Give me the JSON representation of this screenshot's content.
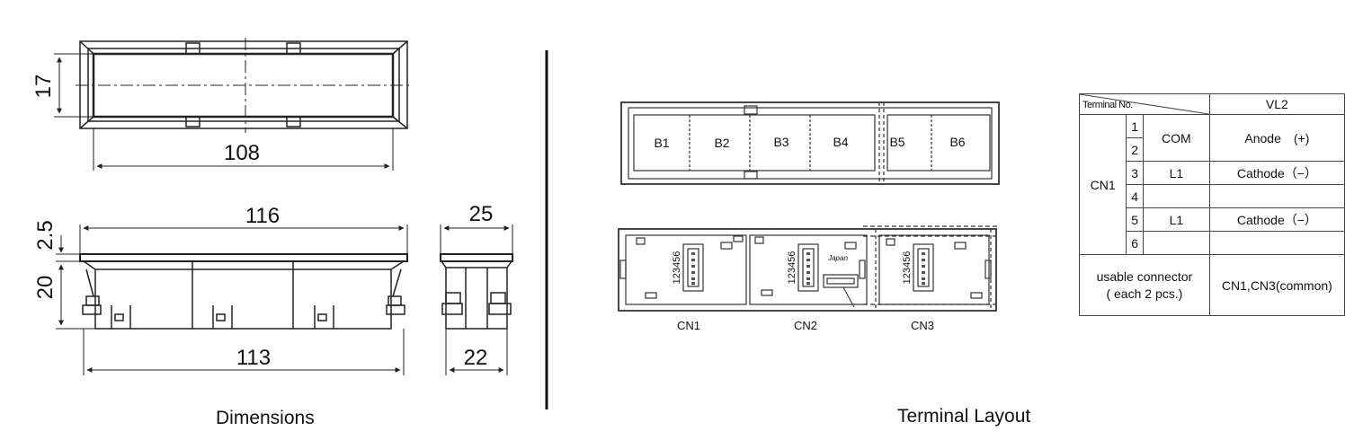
{
  "dimensions": {
    "caption": "Dimensions",
    "top_height": "17",
    "top_width": "108",
    "front_top_width": "116",
    "front_bottom_width": "113",
    "front_bezel": "2.5",
    "front_height": "20",
    "side_top_width": "25",
    "side_bottom_width": "22"
  },
  "terminal": {
    "caption": "Terminal Layout",
    "buttons": [
      "B1",
      "B2",
      "B3",
      "B4",
      "B5",
      "B6"
    ],
    "connectors": [
      "CN1",
      "CN2",
      "CN3"
    ],
    "pin_label": "123456",
    "maker_label": "Japan"
  },
  "table": {
    "header_terminal_no": "Terminal No.",
    "header_model": "VL2",
    "group": "CN1",
    "pins": [
      "1",
      "2",
      "3",
      "4",
      "5",
      "6"
    ],
    "com": "COM",
    "l1_a": "L1",
    "l1_b": "L1",
    "anode": "Anode　(+)",
    "cathode_a": "Cathode（−）",
    "cathode_b": "Cathode（−）",
    "usable_connector_label": "usable connector",
    "usable_connector_qty": "( each 2 pcs.)",
    "usable_connector_value": "CN1,CN3(common)"
  }
}
